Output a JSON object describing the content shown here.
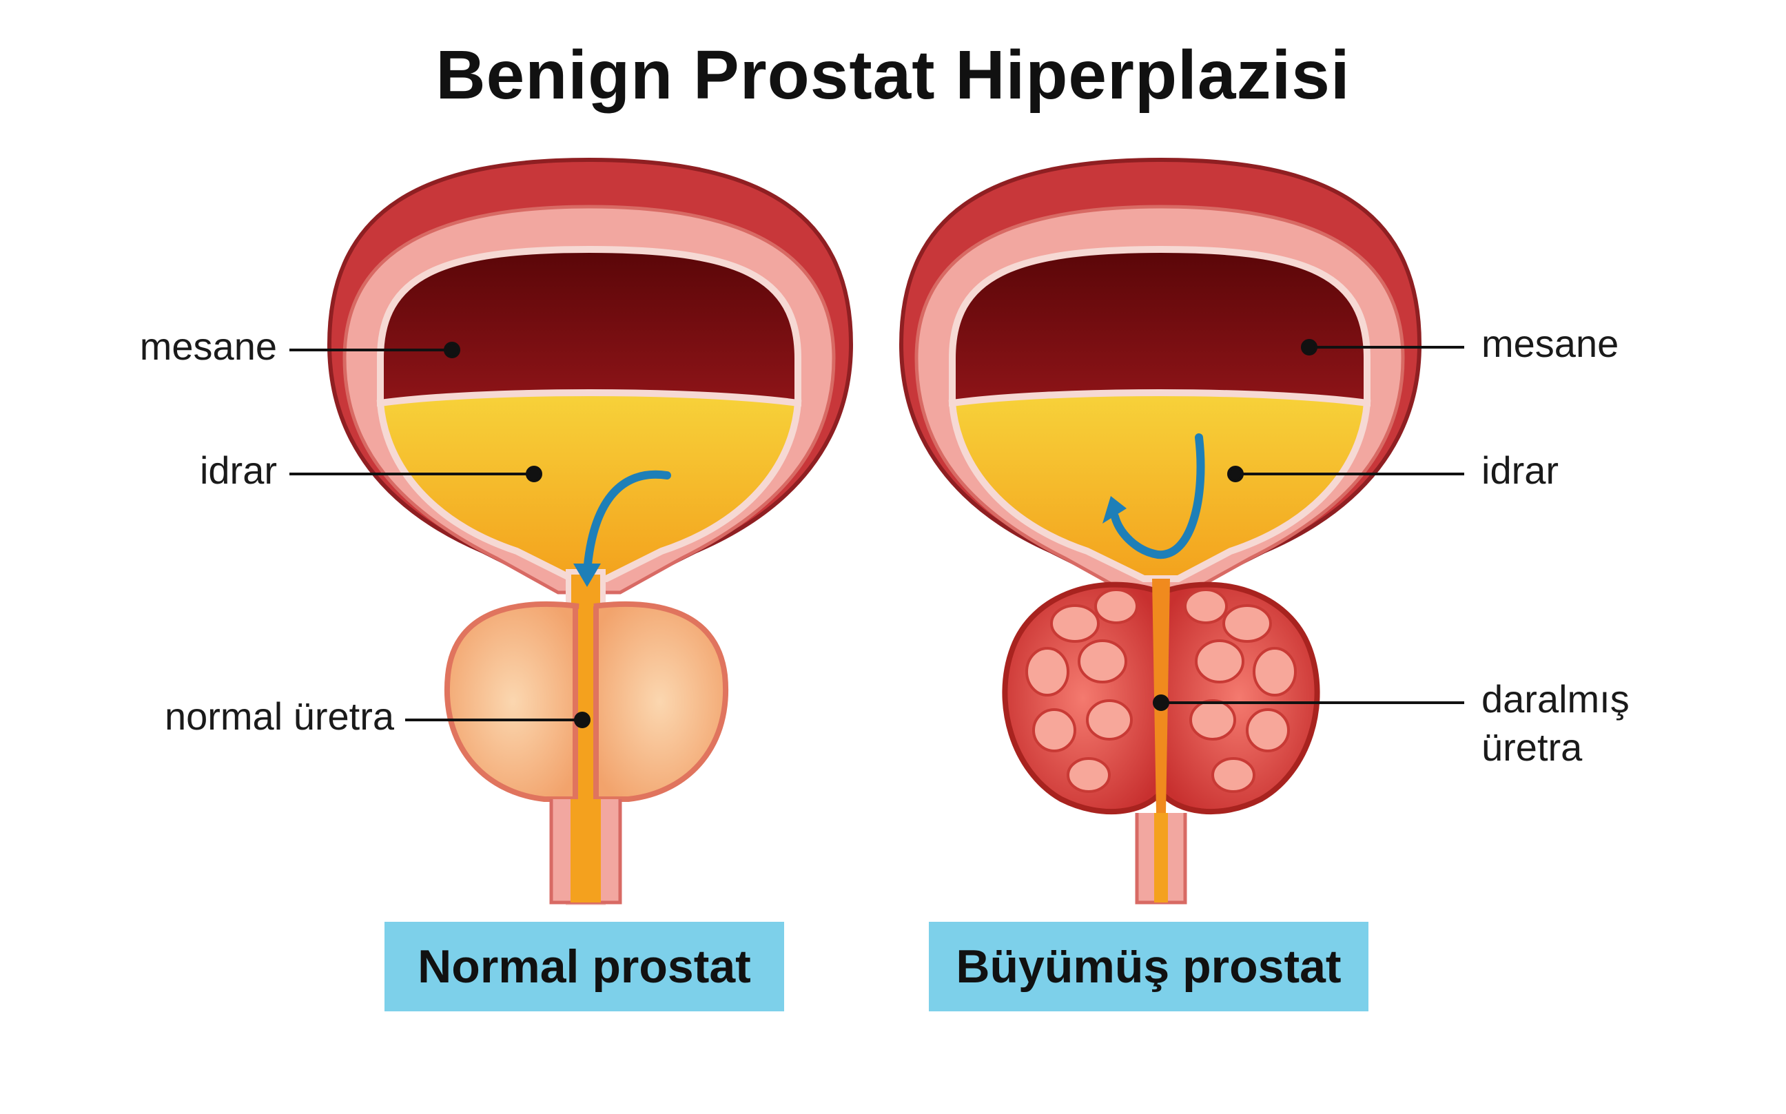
{
  "title": "Benign Prostat Hiperplazisi",
  "left_panel": {
    "labels": {
      "bladder": "mesane",
      "urine": "idrar",
      "urethra": "normal üretra"
    },
    "caption": "Normal prostat"
  },
  "right_panel": {
    "labels": {
      "bladder": "mesane",
      "urine": "idrar",
      "urethra_line1": "daralmış",
      "urethra_line2": "üretra"
    },
    "caption": "Büyümüş prostat"
  },
  "colors": {
    "bladder_outer": "#c8373a",
    "bladder_wall": "#f2a7a0",
    "bladder_cavity": "#7a0c10",
    "urine": "#f6c21f",
    "normal_prostate": "#f7c08f",
    "enlarged_prostate": "#e8574f",
    "flow_arrow": "#1e7fb8",
    "caption_bg": "#7dd0ea"
  }
}
